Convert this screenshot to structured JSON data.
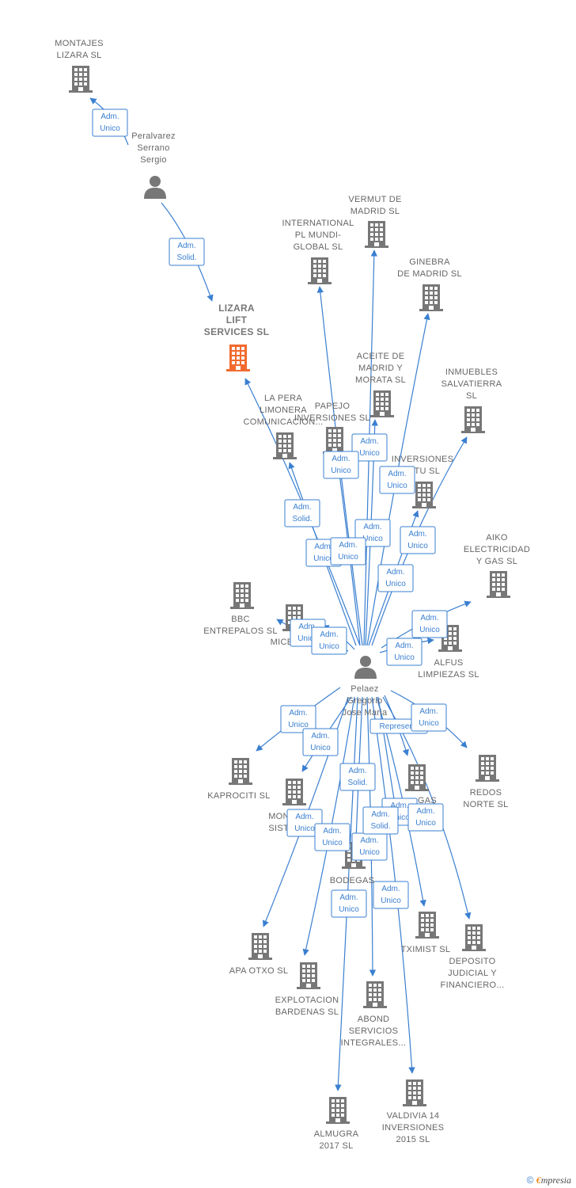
{
  "colors": {
    "edge": "#3a7fd0",
    "building": "#777777",
    "focus_building": "#f26a2e",
    "person": "#777777"
  },
  "nodes": [
    {
      "id": "montajes",
      "kind": "company",
      "label": [
        "MONTAJES",
        "LIZARA  SL"
      ]
    },
    {
      "id": "peralvarez",
      "kind": "person",
      "label": [
        "Peralvarez",
        "Serrano",
        "Sergio"
      ]
    },
    {
      "id": "lizara",
      "kind": "company",
      "focus": true,
      "label": [
        "LIZARA",
        "LIFT",
        "SERVICES  SL"
      ]
    },
    {
      "id": "vermut",
      "kind": "company",
      "label": [
        "VERMUT DE",
        "MADRID  SL"
      ]
    },
    {
      "id": "international",
      "kind": "company",
      "label": [
        "INTERNATIONAL",
        "PL MUNDI-",
        "GLOBAL  SL"
      ]
    },
    {
      "id": "ginebra",
      "kind": "company",
      "label": [
        "GINEBRA",
        "DE MADRID  SL"
      ]
    },
    {
      "id": "aceite",
      "kind": "company",
      "label": [
        "ACEITE DE",
        "MADRID Y",
        "MORATA  SL"
      ]
    },
    {
      "id": "inmuebles",
      "kind": "company",
      "label": [
        "INMUEBLES",
        "SALVATIERRA",
        "SL"
      ]
    },
    {
      "id": "lapera",
      "kind": "company",
      "label": [
        "LA PERA",
        "LIMONERA",
        "COMUNICACION..."
      ]
    },
    {
      "id": "papejo",
      "kind": "company",
      "label": [
        "PAPEJO",
        "INVERSIONES SL"
      ]
    },
    {
      "id": "inversiones_ritu",
      "kind": "company",
      "label": [
        "INVERSIONES",
        "RITU  SL"
      ]
    },
    {
      "id": "aiko",
      "kind": "company",
      "label": [
        "AIKO",
        "ELECTRICIDAD",
        "Y GAS  SL"
      ]
    },
    {
      "id": "bbc",
      "kind": "company",
      "label": [
        "BBC",
        "ENTREPALOS SL"
      ]
    },
    {
      "id": "mice",
      "kind": "company",
      "label": [
        "MICE"
      ]
    },
    {
      "id": "alfus",
      "kind": "company",
      "label": [
        "ALFUS",
        "LIMPIEZAS SL"
      ]
    },
    {
      "id": "pelaez",
      "kind": "person",
      "center": true,
      "label": [
        "Pelaez",
        "Gregorio",
        "Jose Maria"
      ]
    },
    {
      "id": "kaprociti",
      "kind": "company",
      "label": [
        "KAPROCITI SL"
      ]
    },
    {
      "id": "montsiste",
      "kind": "company",
      "label": [
        "MONT",
        "SISTE"
      ]
    },
    {
      "id": "gas",
      "kind": "company",
      "label": [
        "GAS"
      ]
    },
    {
      "id": "redos",
      "kind": "company",
      "label": [
        "REDOS",
        "NORTE SL"
      ]
    },
    {
      "id": "bodegas",
      "kind": "company",
      "label": [
        "BODEGAS"
      ]
    },
    {
      "id": "tximist",
      "kind": "company",
      "label": [
        "TXIMIST SL"
      ]
    },
    {
      "id": "deposito",
      "kind": "company",
      "label": [
        "DEPOSITO",
        "JUDICIAL Y",
        "FINANCIERO..."
      ]
    },
    {
      "id": "apaotxo",
      "kind": "company",
      "label": [
        "APA OTXO SL"
      ]
    },
    {
      "id": "explotacion",
      "kind": "company",
      "label": [
        "EXPLOTACION",
        "BARDENAS  SL"
      ]
    },
    {
      "id": "abond",
      "kind": "company",
      "label": [
        "ABOND",
        "SERVICIOS",
        "INTEGRALES..."
      ]
    },
    {
      "id": "almugra",
      "kind": "company",
      "label": [
        "ALMUGRA",
        "2017  SL"
      ]
    },
    {
      "id": "valdivia",
      "kind": "company",
      "label": [
        "VALDIVIA 14",
        "INVERSIONES",
        "2015  SL"
      ]
    }
  ],
  "edges": [
    {
      "from": "peralvarez",
      "to": "montajes",
      "label": [
        "Adm.",
        "Unico"
      ]
    },
    {
      "from": "peralvarez",
      "to": "lizara",
      "label": [
        "Adm.",
        "Solid."
      ]
    },
    {
      "from": "pelaez",
      "to": "lizara",
      "label": [
        "Adm.",
        "Solid."
      ]
    },
    {
      "from": "pelaez",
      "to": "international",
      "label": [
        "Adm.",
        "Unico"
      ]
    },
    {
      "from": "pelaez",
      "to": "vermut",
      "label": [
        "Adm.",
        "Unico"
      ]
    },
    {
      "from": "pelaez",
      "to": "ginebra",
      "label": [
        "Adm.",
        "Unico"
      ]
    },
    {
      "from": "pelaez",
      "to": "aceite",
      "label": [
        "Adm.",
        "Unico"
      ]
    },
    {
      "from": "pelaez",
      "to": "inmuebles",
      "label": [
        "Adm.",
        "Unico"
      ]
    },
    {
      "from": "pelaez",
      "to": "lapera",
      "label": [
        "Adm.",
        "Unico"
      ]
    },
    {
      "from": "pelaez",
      "to": "papejo",
      "label": [
        "Adm.",
        "Unico"
      ]
    },
    {
      "from": "pelaez",
      "to": "inversiones_ritu",
      "label": [
        "Adm.",
        "Unico"
      ]
    },
    {
      "from": "pelaez",
      "to": "aiko",
      "label": [
        "Adm.",
        "Unico"
      ]
    },
    {
      "from": "pelaez",
      "to": "bbc",
      "label": [
        "Adm.",
        "Unico"
      ]
    },
    {
      "from": "pelaez",
      "to": "mice",
      "label": [
        "Adm.",
        "Unico"
      ]
    },
    {
      "from": "pelaez",
      "to": "alfus",
      "label": [
        "Adm.",
        "Unico"
      ]
    },
    {
      "from": "pelaez",
      "to": "kaprociti",
      "label": [
        "Adm.",
        "Unico"
      ]
    },
    {
      "from": "pelaez",
      "to": "montsiste",
      "label": [
        "Adm.",
        "Unico"
      ]
    },
    {
      "from": "pelaez",
      "to": "gas",
      "label": [
        "Represent."
      ]
    },
    {
      "from": "pelaez",
      "to": "redos",
      "label": [
        "Adm.",
        "Unico"
      ]
    },
    {
      "from": "pelaez",
      "to": "bodegas",
      "label": [
        "Adm.",
        "Solid."
      ]
    },
    {
      "from": "pelaez",
      "to": "tximist",
      "label": [
        "Adm.",
        "Unico"
      ]
    },
    {
      "from": "pelaez",
      "to": "deposito",
      "label": [
        "Adm.",
        "Unico"
      ]
    },
    {
      "from": "pelaez",
      "to": "apaotxo",
      "label": [
        "Adm.",
        "Unico"
      ]
    },
    {
      "from": "pelaez",
      "to": "explotacion",
      "label": [
        "Adm.",
        "Unico"
      ]
    },
    {
      "from": "pelaez",
      "to": "abond",
      "label": [
        "Adm.",
        "Unico"
      ]
    },
    {
      "from": "pelaez",
      "to": "almugra",
      "label": [
        "Adm.",
        "Unico"
      ]
    },
    {
      "from": "pelaez",
      "to": "valdivia",
      "label": [
        "Adm.",
        "Unico"
      ]
    },
    {
      "from": "pelaez",
      "to": "gas",
      "label": [
        "Adm.",
        "Solid."
      ]
    }
  ],
  "footer": {
    "copyright": "©",
    "brand_first": "€",
    "brand_rest": "mpresia"
  }
}
